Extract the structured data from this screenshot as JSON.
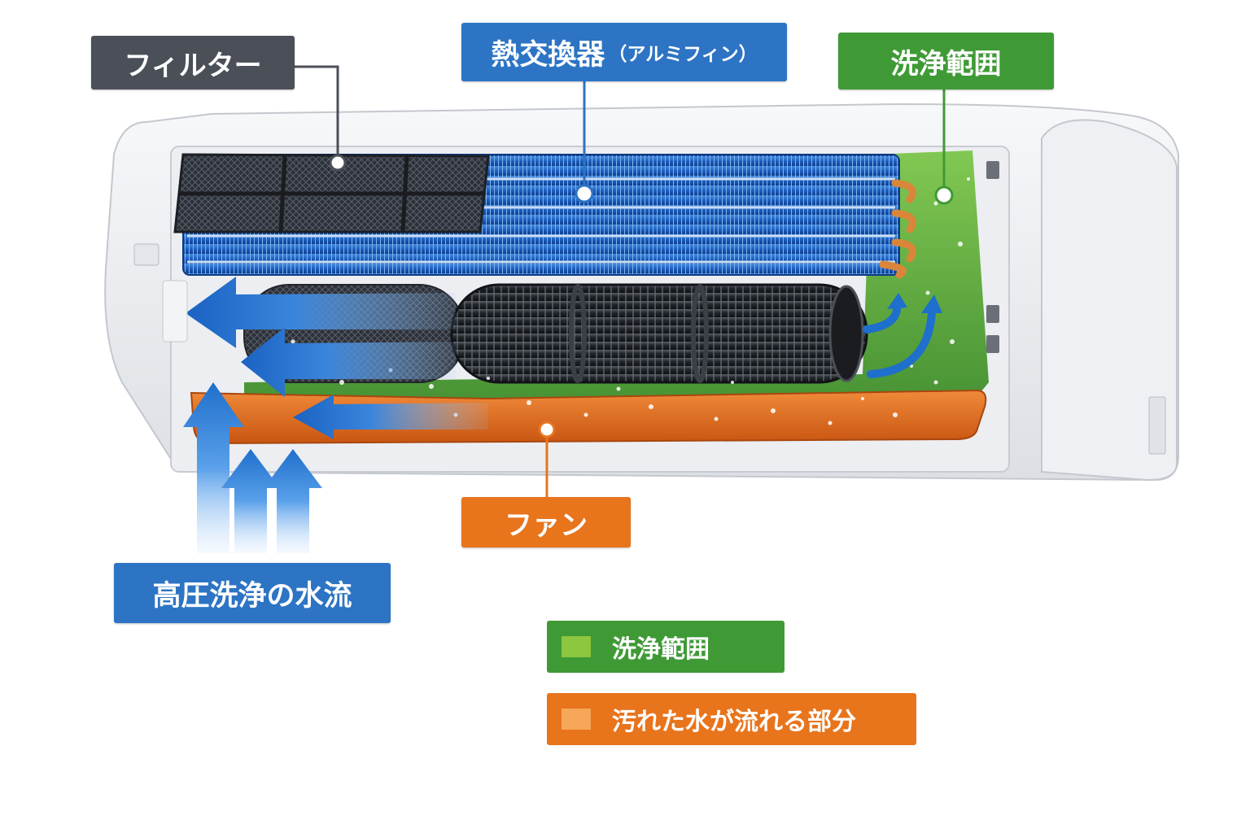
{
  "labels": {
    "filter": "フィルター",
    "heat_exchanger": "熱交換器",
    "heat_exchanger_sub": "（アルミフィン）",
    "cleaning_range": "洗浄範囲",
    "fan": "ファン",
    "water_flow": "高圧洗浄の水流"
  },
  "legend": [
    {
      "label": "洗浄範囲",
      "color": "#8dc63f",
      "background": "#3f9a36"
    },
    {
      "label": "汚れた水が流れる部分",
      "color": "#f6a75a",
      "background": "#e8741c"
    }
  ],
  "colors": {
    "filter_label": "#4a4f58",
    "heat_exchanger_label": "#2d74c4",
    "cleaning_label": "#3f9a36",
    "fan_label": "#e8741c",
    "water_label": "#2d74c4",
    "arrow_blue": "#1f6fcc",
    "green_zone": "#6bb53a",
    "orange_tray": "#e06a1c"
  },
  "icons": [
    "water-flow-arrow",
    "air-arrow",
    "connector-dot"
  ]
}
